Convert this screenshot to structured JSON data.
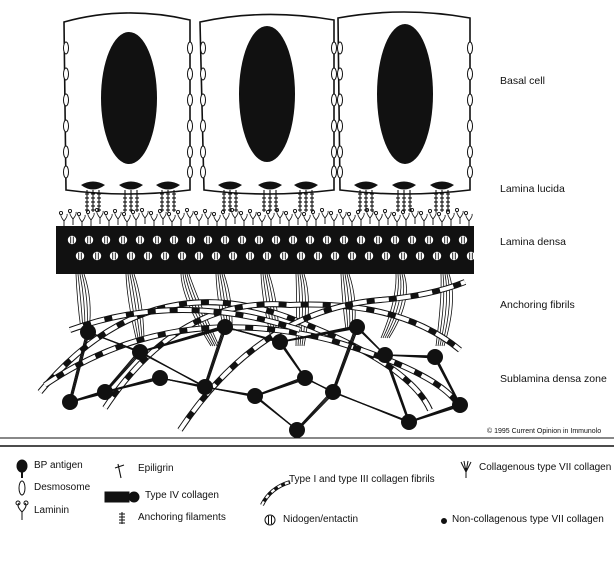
{
  "labels": {
    "basal_cell": "Basal cell",
    "lamina_lucida": "Lamina lucida",
    "lamina_densa": "Lamina densa",
    "anchoring_fibrils": "Anchoring fibrils",
    "sublamina_densa_zone": "Sublamina densa zone"
  },
  "credit": "© 1995 Current Opinion in Immunolo",
  "legend": {
    "bp_antigen": "BP antigen",
    "desmosome": "Desmosome",
    "laminin": "Laminin",
    "epiligrin": "Epiligrin",
    "type_iv_collagen": "Type IV collagen",
    "anchoring_filaments": "Anchoring filaments",
    "collagen_fibrils": "Type I and type III collagen fibrils",
    "nidogen": "Nidogen/entactin",
    "collagenous_vii": "Collagenous type VII collagen",
    "noncollagenous_vii": "Non-collagenous type VII collagen"
  },
  "colors": {
    "ink": "#111111",
    "paper": "#ffffff"
  }
}
